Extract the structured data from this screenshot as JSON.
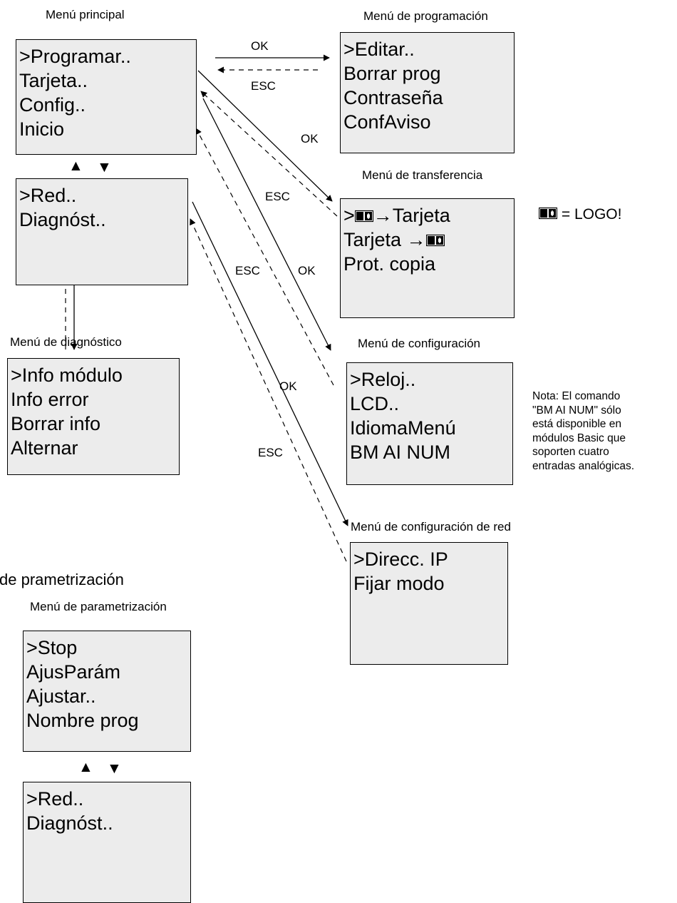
{
  "titles": {
    "main": "Menú principal",
    "programming": "Menú de programación",
    "transfer": "Menú de transferencia",
    "diagnostic": "Menú  de diagnóstico",
    "configuration": "Menú de configuración",
    "network_config": "Menú  de configuración de red",
    "param_heading": "de prametrización",
    "param": "Menú de parametrización"
  },
  "arrow_labels": {
    "ok": "OK",
    "esc": "ESC"
  },
  "boxes": {
    "main": [
      ">Programar..",
      " Tarjeta..",
      " Config..",
      " Inicio"
    ],
    "main2": [
      ">Red..",
      " Diagnóst.."
    ],
    "programming": [
      ">Editar..",
      " Borrar prog",
      " Contraseña",
      " ConfAviso"
    ],
    "transfer": {
      "row1_prefix": ">",
      "row1_suffix": "→Tarjeta",
      "row2_prefix": " Tarjeta →",
      "row3": " Prot. copia"
    },
    "diagnostic": [
      ">Info módulo",
      " Info error",
      " Borrar info",
      " Alternar"
    ],
    "configuration": [
      ">Reloj..",
      " LCD..",
      " IdiomaMenú",
      " BM AI NUM"
    ],
    "network_config": [
      ">Direcc. IP",
      " Fijar modo"
    ],
    "param": [
      ">Stop",
      " AjusParám",
      " Ajustar..",
      " Nombre prog"
    ],
    "param2": [
      ">Red..",
      " Diagnóst.."
    ]
  },
  "updown": {
    "up": "▲",
    "down": "▼"
  },
  "legend": {
    "text": "= LOGO!",
    "icon": "logo-module-icon"
  },
  "note": [
    "Nota:  El comando",
    "\"BM AI NUM\" sólo",
    "está disponible en",
    "módulos Basic que",
    "soporten cuatro",
    "entradas analógicas."
  ]
}
